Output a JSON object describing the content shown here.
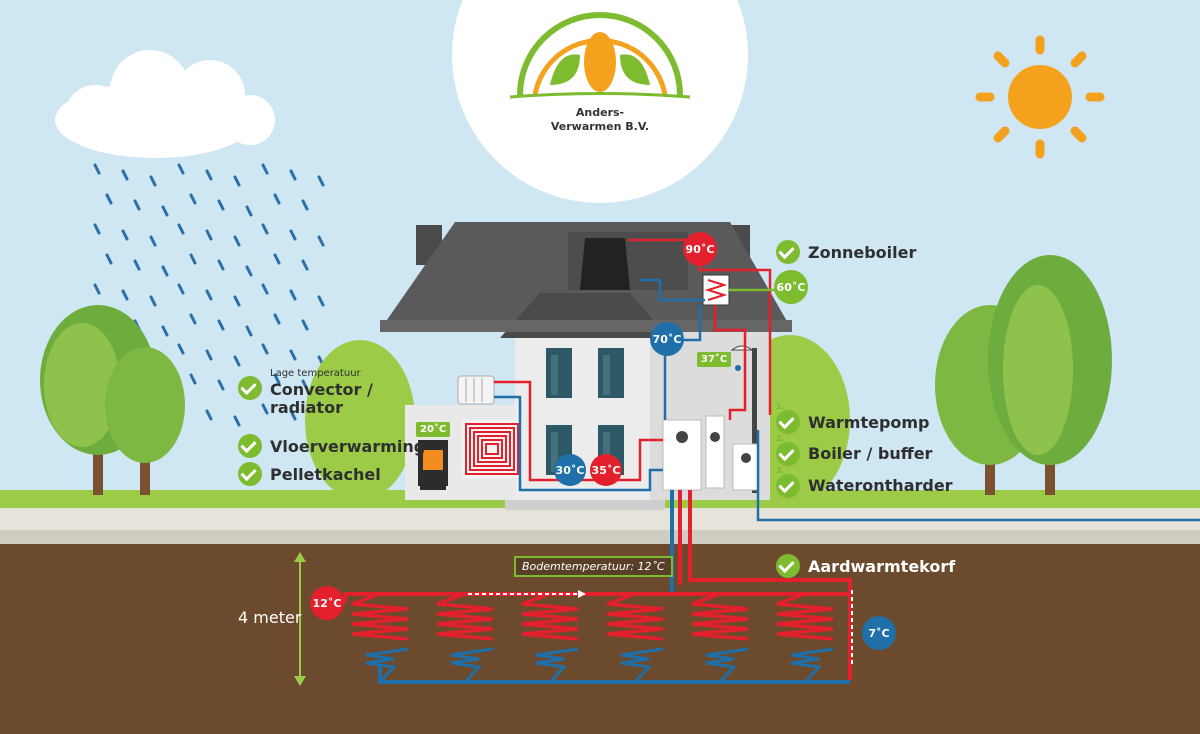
{
  "logo": {
    "line1": "Anders-",
    "line2": "Verwarmen B.V."
  },
  "labels": {
    "zonneboiler": "Zonneboiler",
    "lage_temperatuur": "Lage temperatuur",
    "convector": "Convector /",
    "radiator": "radiator",
    "vloerverwarming": "Vloerverwarming",
    "pelletkachel": "Pelletkachel",
    "warmtepomp": "Warmtepomp",
    "boiler_buffer": "Boiler / buffer",
    "waterontharder": "Waterontharder",
    "aardwarmtekorf": "Aardwarmtekorf",
    "vier_meter": "4 meter",
    "bodemtemperatuur": "Bodemtemperatuur: 12˚C"
  },
  "numbers": {
    "n1": "1.",
    "n2": "2.",
    "n3": "3."
  },
  "temperatures": {
    "t90": "90˚C",
    "t60": "60˚C",
    "t70": "70˚C",
    "t37": "37˚C",
    "t20": "20˚C",
    "t30": "30˚C",
    "t35": "35˚C",
    "t12": "12˚C",
    "t7": "7˚C"
  },
  "colors": {
    "sky": "#cfe6f3",
    "hot_pipe": "#e3202c",
    "cold_pipe": "#1f6fa8",
    "accent_green": "#7dbb2f",
    "soil": "#6b4a2e",
    "sun": "#f4a21e"
  }
}
